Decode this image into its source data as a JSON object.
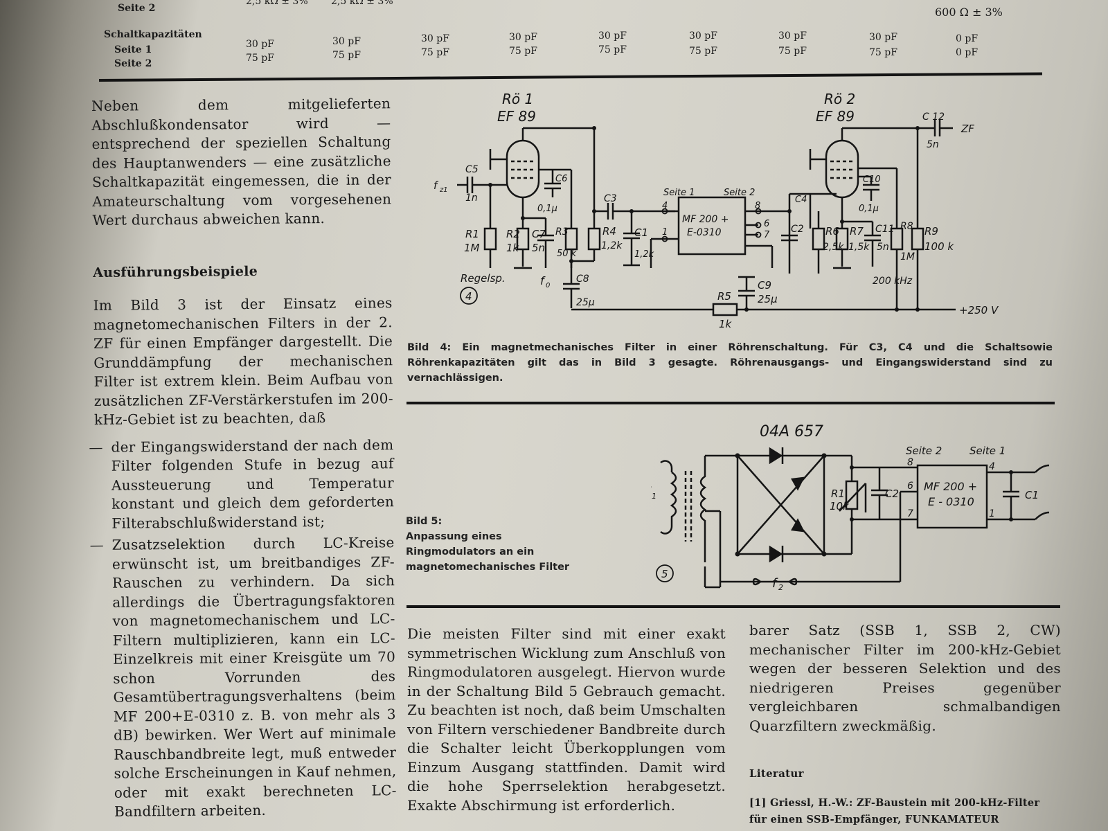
{
  "table": {
    "row_seite2_top": {
      "label": "Seite 2",
      "values": [
        "2,5 kΩ ± 3%",
        "2,5 kΩ ± 3%",
        "",
        "",
        "",
        "",
        "",
        "",
        "600 Ω ± 3%"
      ]
    },
    "schaltkap_label": "Schaltkapazitäten",
    "seite1_label": "Seite 1",
    "seite2_label": "Seite 2",
    "seite1_values": [
      "30 pF",
      "30 pF",
      "30 pF",
      "30 pF",
      "30 pF",
      "30 pF",
      "30 pF",
      "30 pF",
      "0 pF"
    ],
    "seite2_values": [
      "75 pF",
      "75 pF",
      "75 pF",
      "75 pF",
      "75 pF",
      "75 pF",
      "75 pF",
      "75 pF",
      "0 pF"
    ]
  },
  "left_column": {
    "intro": "Neben dem mitgelieferten Abschlußkondensator wird — entsprechend der speziellen Schaltung des Hauptanwenders — eine zusätzliche Schaltkapazität eingemessen, die in der Amateurschaltung vom vorgesehenen Wert durchaus abweichen kann.",
    "heading": "Ausführungsbeispiele",
    "para": "Im Bild 3 ist der Einsatz eines magnetomechanischen Filters in der 2. ZF für einen Empfänger dargestellt. Die Grunddämpfung der mechanischen Filter ist extrem klein. Beim Aufbau von zusätzlichen ZF-Verstärkerstufen im 200-kHz-Gebiet ist zu beachten, daß",
    "bullet1": "der Eingangswiderstand der nach dem Filter folgenden Stufe in bezug auf Aussteuerung und Temperatur konstant und gleich dem geforderten Filterabschlußwiderstand ist;",
    "bullet2": "Zusatzselektion durch LC-Kreise erwünscht ist, um breitbandiges ZF-Rauschen zu verhindern. Da sich allerdings die Übertragungsfaktoren von magnetomechanischem und LC-Filtern multiplizieren, kann ein LC-Einzelkreis mit einer Kreisgüte um 70 schon Vorrunden des Gesamtübertragungsverhaltens (beim MF 200+E-0310 z. B. von mehr als 3 dB) bewirken. Wer Wert auf minimale Rauschbandbreite legt, muß entweder solche Erscheinungen in Kauf nehmen, oder mit exakt berechneten LC-Bandfiltern arbeiten."
  },
  "fig4": {
    "caption": "Bild 4: Ein magnetmechanisches Filter in einer Röhrenschaltung. Für C3, C4 und die Schaltsowie Röhrenkapazitäten gilt das in Bild 3 gesagte. Röhrenausgangs- und Eingangswiderstand sind zu vernachlässigen.",
    "labels": {
      "tube1_name": "Rö 1",
      "tube1_type": "EF 89",
      "tube2_name": "Rö 2",
      "tube2_type": "EF 89",
      "c12": "C 12",
      "c12_val": "5n",
      "zf": "ZF",
      "c5": "C5",
      "c5_val": "1n",
      "fz1": "f",
      "fz1_sub": "z1",
      "c6": "C6",
      "c6_val": "0,1µ",
      "c3": "C3",
      "seite1": "Seite 1",
      "seite2": "Seite 2",
      "pin4": "4",
      "pin1": "1",
      "pin8": "8",
      "pin6": "6",
      "pin7": "7",
      "mf_line1": "MF 200 +",
      "mf_line2": "E-0310",
      "c4": "C4",
      "c10": "C10",
      "c10_val": "0,1µ",
      "r1": "R1",
      "r1_val": "1M",
      "r2": "R2",
      "r2_val": "1k",
      "c7": "C7",
      "c7_val": "5n",
      "r3": "R3",
      "r3_val": "50 k",
      "r4": "R4",
      "r4_val": "1,2k",
      "c1": "C1",
      "c1_val": "1,2k",
      "c2": "C2",
      "r6": "R6",
      "r6_val": "2,5k",
      "r7": "R7",
      "r7_val": "1,5k",
      "c11": "C11",
      "c11_val": "5n",
      "r8": "R8",
      "r8_val": "1M",
      "r9": "R9",
      "r9_val": "100 k",
      "regelsp": "Regelsp.",
      "f0": "f",
      "f0_sub": "0",
      "c8": "C8",
      "c8_val": "25µ",
      "c9": "C9",
      "c9_val": "25µ",
      "r5": "R5",
      "r5_val": "1k",
      "khz": "200 kHz",
      "vplus": "+250 V",
      "circle": "4"
    }
  },
  "fig5": {
    "caption_title": "Bild 5:",
    "caption_text": "Anpassung eines Ringmodulators an ein magnetomechanisches Filter",
    "labels": {
      "diode": "04A 657",
      "f1": "f",
      "f1_sub": "1",
      "f2": "f",
      "f2_sub": "2",
      "r1": "R1",
      "r1_val": "10k",
      "c2": "C2",
      "c1": "C1",
      "seite2": "Seite 2",
      "seite1": "Seite 1",
      "pin8": "8",
      "pin6": "6",
      "pin7": "7",
      "pin4": "4",
      "pin1": "1",
      "mf_line1": "MF 200 +",
      "mf_line2": "E - 0310",
      "circle": "5"
    }
  },
  "mid_column": {
    "text": "Die meisten Filter sind mit einer exakt symmetrischen Wicklung zum Anschluß von Ringmodulatoren ausgelegt. Hiervon wurde in der Schaltung Bild 5 Gebrauch gemacht. Zu beachten ist noch, daß beim Umschalten von Filtern verschiedener Bandbreite durch die Schalter leicht Überkopplungen vom Einzum Ausgang stattfinden. Damit wird die hohe Sperrselektion herabgesetzt. Exakte Abschirmung ist erforderlich."
  },
  "right_column": {
    "text": "barer Satz (SSB 1, SSB 2, CW) mechanischer Filter im 200-kHz-Gebiet wegen der besseren Selektion und des niedrigeren Preises gegenüber vergleichbaren schmalbandigen Quarzfiltern zweckmäßig.",
    "lit_heading": "Literatur",
    "lit_item": "[1] Griessl, H.-W.: ZF-Baustein mit 200-kHz-Filter für einen SSB-Empfänger, FUNKAMATEUR"
  }
}
